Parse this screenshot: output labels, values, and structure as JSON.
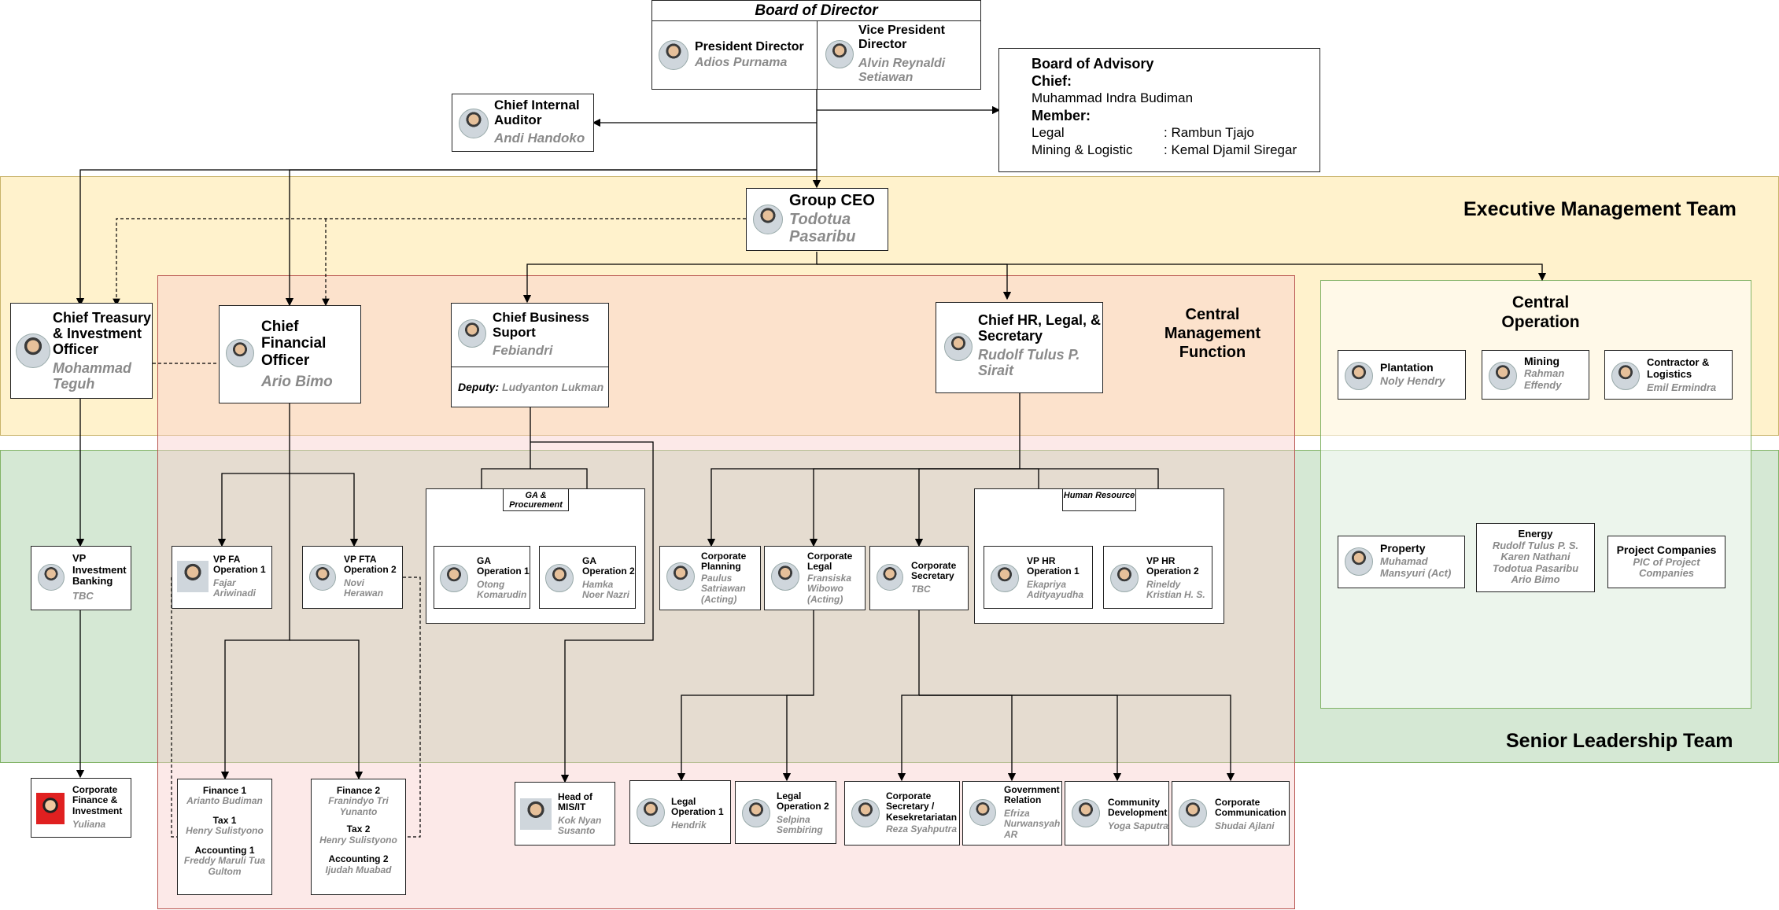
{
  "board_of_director": {
    "title": "Board of Director",
    "president_title": "President Director",
    "president_name": "Adios Purnama",
    "vice_title": "Vice President Director",
    "vice_name": "Alvin Reynaldi Setiawan"
  },
  "board_of_advisory": {
    "title": "Board of Advisory",
    "chief_label": "Chief:",
    "chief_name": "Muhammad Indra Budiman",
    "member_label": "Member:",
    "members": [
      {
        "role": "Legal",
        "name": ": Rambun Tjajo"
      },
      {
        "role": "Mining & Logistic",
        "name": ": Kemal Djamil Siregar"
      }
    ]
  },
  "chief_internal_auditor": {
    "title": "Chief Internal Auditor",
    "name": "Andi Handoko"
  },
  "group_ceo": {
    "title": "Group CEO",
    "name": "Todotua Pasaribu"
  },
  "bands": {
    "executive": "Executive Management Team",
    "senior": "Senior Leadership Team",
    "central_management": "Central Management Function",
    "central_operation": "Central Operation"
  },
  "chief_treasury": {
    "title": "Chief Treasury & Investment Officer",
    "name": "Mohammad Teguh"
  },
  "cfo": {
    "title": "Chief Financial Officer",
    "name": "Ario Bimo"
  },
  "cbs": {
    "title": "Chief Business Suport",
    "name": "Febiandri",
    "deputy_label": "Deputy:",
    "deputy_name": "Ludyanton Lukman"
  },
  "chro": {
    "title": "Chief HR, Legal, & Secretary",
    "name": "Rudolf Tulus P. Sirait"
  },
  "central_operation": [
    {
      "title": "Plantation",
      "name": "Noly Hendry"
    },
    {
      "title": "Mining",
      "name": "Rahman Effendy"
    },
    {
      "title": "Contractor & Logistics",
      "name": "Emil Ermindra"
    },
    {
      "title": "Property",
      "name": "Muhamad Mansyuri (Act)"
    },
    {
      "title": "Energy",
      "names": [
        "Rudolf Tulus P. S.",
        "Karen Nathani",
        "Todotua Pasaribu",
        "Ario Bimo"
      ]
    },
    {
      "title": "Project Companies",
      "name": "PIC of Project Companies"
    }
  ],
  "vp_investment": {
    "title": "VP Investment Banking",
    "name": "TBC"
  },
  "vp_fa1": {
    "title": "VP FA Operation 1",
    "name": "Fajar Ariwinadi"
  },
  "vp_fta2": {
    "title": "VP FTA Operation 2",
    "name": "Novi Herawan"
  },
  "ga_group": {
    "label": "GA & Procurement",
    "items": [
      {
        "title": "GA Operation 1",
        "name": "Otong Komarudin"
      },
      {
        "title": "GA Operation 2",
        "name": "Hamka Noer Nazri"
      }
    ]
  },
  "corp_planning": {
    "title": "Corporate Planning",
    "name": "Paulus Satriawan (Acting)"
  },
  "corp_legal": {
    "title": "Corporate Legal",
    "name": "Fransiska Wibowo (Acting)"
  },
  "corp_secretary": {
    "title": "Corporate Secretary",
    "name": "TBC"
  },
  "hr_group": {
    "label": "Human Resource",
    "items": [
      {
        "title": "VP HR Operation 1",
        "name": "Ekapriya Adityayudha"
      },
      {
        "title": "VP HR Operation 2",
        "name": "Rineldy Kristian H. S."
      }
    ]
  },
  "corp_finance_inv": {
    "title": "Corporate Finance & Investment",
    "name": "Yuliana"
  },
  "finance1": {
    "t1": "Finance 1",
    "n1": "Arianto Budiman",
    "t2": "Tax 1",
    "n2": "Henry Sulistyono",
    "t3": "Accounting 1",
    "n3": "Freddy Maruli Tua Gultom"
  },
  "finance2": {
    "t1": "Finance 2",
    "n1": "Franindyo Tri Yunanto",
    "t2": "Tax 2",
    "n2": "Henry Sulistyono",
    "t3": "Accounting 2",
    "n3": "Ijudah Muabad"
  },
  "head_mis": {
    "title": "Head of MIS/IT",
    "name": "Kok Nyan Susanto"
  },
  "legal_op1": {
    "title": "Legal Operation 1",
    "name": "Hendrik"
  },
  "legal_op2": {
    "title": "Legal Operation 2",
    "name": "Selpina Sembiring"
  },
  "corp_sec_kes": {
    "title": "Corporate Secretary / Kesekretariatan",
    "name": "Reza Syahputra"
  },
  "gov_relation": {
    "title": "Government Relation",
    "name": "Efriza Nurwansyah AR"
  },
  "community_dev": {
    "title": "Community Development",
    "name": "Yoga Saputra"
  },
  "corp_comm": {
    "title": "Corporate Communication",
    "name": "Shudai Ajlani"
  }
}
